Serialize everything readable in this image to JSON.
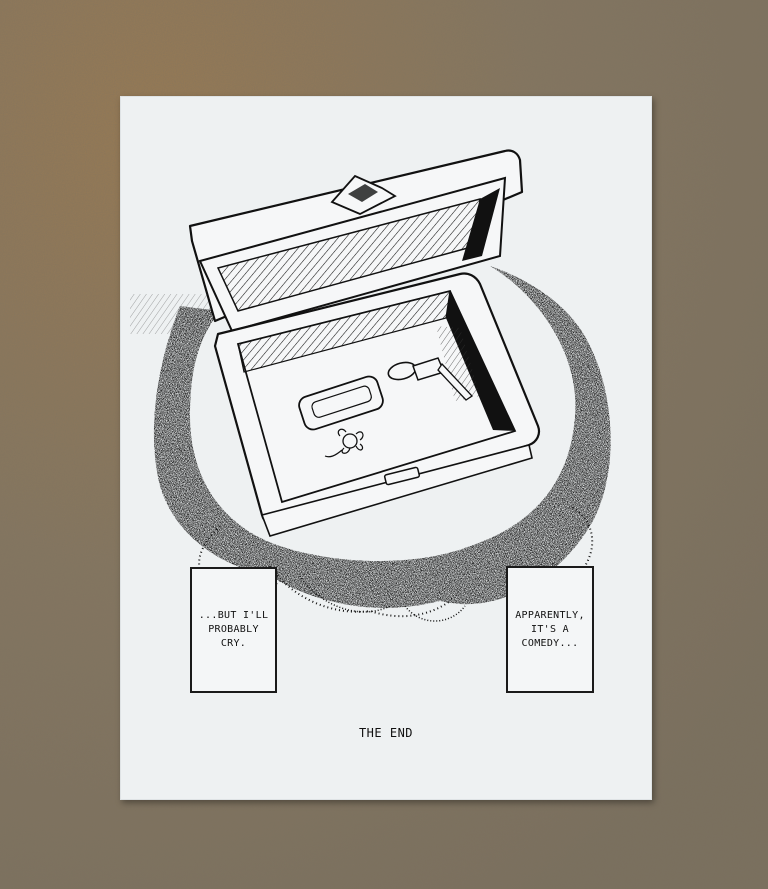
{
  "captions": {
    "left": "...BUT I'LL\nPROBABLY\nCRY.",
    "right": "APPARENTLY,\nIT'S A\nCOMEDY..."
  },
  "ending": "THE END",
  "colors": {
    "background_stone": "#8a7a60",
    "paper": "#eef1f2",
    "ink": "#111111"
  }
}
